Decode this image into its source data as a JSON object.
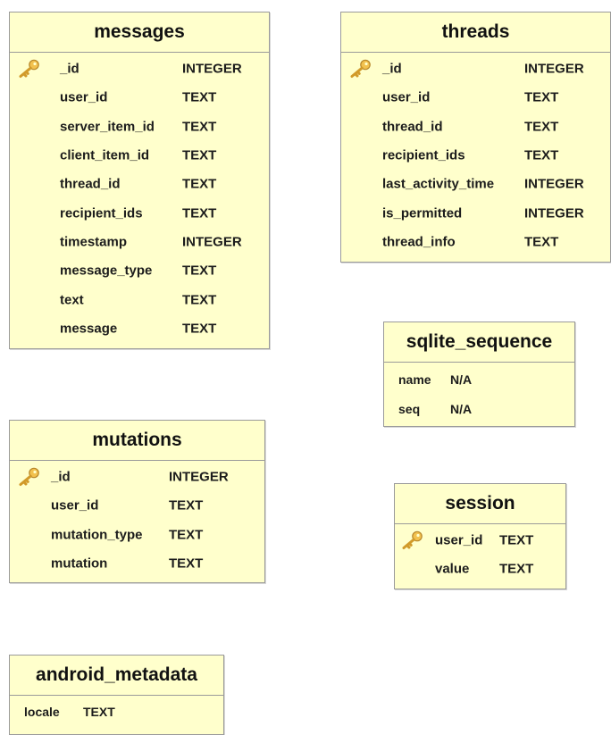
{
  "colors": {
    "table_fill": "#ffffcc",
    "border": "#9a9a9a",
    "key": "#e8b43a"
  },
  "tables": {
    "messages": {
      "title": "messages",
      "columns": [
        {
          "name": "_id",
          "type": "INTEGER",
          "pk": true
        },
        {
          "name": "user_id",
          "type": "TEXT"
        },
        {
          "name": "server_item_id",
          "type": "TEXT"
        },
        {
          "name": "client_item_id",
          "type": "TEXT"
        },
        {
          "name": "thread_id",
          "type": "TEXT"
        },
        {
          "name": "recipient_ids",
          "type": "TEXT"
        },
        {
          "name": "timestamp",
          "type": "INTEGER"
        },
        {
          "name": "message_type",
          "type": "TEXT"
        },
        {
          "name": "text",
          "type": "TEXT"
        },
        {
          "name": "message",
          "type": "TEXT"
        }
      ]
    },
    "threads": {
      "title": "threads",
      "columns": [
        {
          "name": "_id",
          "type": "INTEGER",
          "pk": true
        },
        {
          "name": "user_id",
          "type": "TEXT"
        },
        {
          "name": "thread_id",
          "type": "TEXT"
        },
        {
          "name": "recipient_ids",
          "type": "TEXT"
        },
        {
          "name": "last_activity_time",
          "type": "INTEGER"
        },
        {
          "name": "is_permitted",
          "type": "INTEGER"
        },
        {
          "name": "thread_info",
          "type": "TEXT"
        }
      ]
    },
    "sqlite_sequence": {
      "title": "sqlite_sequence",
      "columns": [
        {
          "name": "name",
          "type": "N/A"
        },
        {
          "name": "seq",
          "type": "N/A"
        }
      ]
    },
    "mutations": {
      "title": "mutations",
      "columns": [
        {
          "name": "_id",
          "type": "INTEGER",
          "pk": true
        },
        {
          "name": "user_id",
          "type": "TEXT"
        },
        {
          "name": "mutation_type",
          "type": "TEXT"
        },
        {
          "name": "mutation",
          "type": "TEXT"
        }
      ]
    },
    "session": {
      "title": "session",
      "columns": [
        {
          "name": "user_id",
          "type": "TEXT",
          "pk": true
        },
        {
          "name": "value",
          "type": "TEXT"
        }
      ]
    },
    "android_metadata": {
      "title": "android_metadata",
      "columns": [
        {
          "name": "locale",
          "type": "TEXT"
        }
      ]
    }
  }
}
